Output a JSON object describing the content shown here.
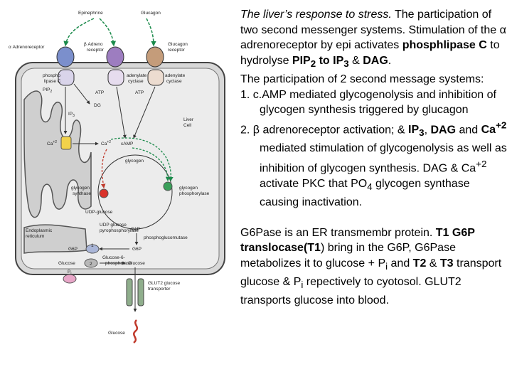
{
  "diagram": {
    "labels": {
      "epinephrine": "Epinephrine",
      "glucagon": "Glucagon",
      "alpha_receptor": "α Adrenoreceptor",
      "beta_receptor_1": "β Adreno",
      "beta_receptor_2": "receptor",
      "glucagon_receptor_1": "Glucagon",
      "glucagon_receptor_2": "receptor",
      "plc_1": "phospho",
      "plc_2": "lipase C",
      "pip2": "PIP",
      "ac1_1": "adenylate",
      "ac1_2": "cyclase",
      "ac2_1": "adenylate",
      "ac2_2": "cyclase",
      "atp1": "ATP",
      "atp2": "ATP",
      "ip3": "IP",
      "dg": "DG",
      "ca_er": "Ca",
      "ca_cyt": "Ca",
      "camp": "cAMP",
      "glycogen": "glycogen",
      "liver_cell_1": "Liver",
      "liver_cell_2": "Cell",
      "gs_1": "glycogen",
      "gs_2": "synthase",
      "gp_1": "glycogen",
      "gp_2": "phosphorylase",
      "udp_glucose": "UDP-glucose",
      "udp_ppase_1": "UDP glucose",
      "udp_ppase_2": "pyrophosphorylase",
      "g1p": "G1P",
      "pgm": "phosphoglucomutase",
      "er_1": "Endoplasmic",
      "er_2": "reticulum",
      "g6p_er": "G6P",
      "g6p_cyt": "G6P",
      "g6pase_1": "Glucose-6-",
      "g6pase_2": "phosphatase",
      "glucose_er": "Glucose",
      "glucose_cyt": "Glucose",
      "pi": "P",
      "glut2_1": "GLUT2 glucose",
      "glut2_2": "transporter",
      "glucose_out": "Glucose",
      "t1": "1",
      "t2": "2"
    }
  },
  "text": {
    "title_italic": "The liver’s response to stress.",
    "p1_a": " The participation of two second messenger systems. Stimulation of the ",
    "alpha": "α",
    "p1_b": " adrenoreceptor by epi activates ",
    "phospholipase": "phosphlipase C",
    "p1_c": " to hydrolyse ",
    "pip2_to": "PIP",
    "sub_2": "2",
    "to_ip": " to IP",
    "sub_3": "3",
    "amp": " & ",
    "dag": "DAG",
    "period": ".",
    "p2": "The participation of 2 second message systems:",
    "item1_num": "1.",
    "item1": " c.AMP  mediated glycogenolysis and inhibition of glycogen synthesis triggered by glucagon",
    "item2_num": "2.",
    "beta": "β",
    "item2_a": " adrenoreceptor activation; & ",
    "item2_ip": "IP",
    "item2_ip_sub": "3",
    "item2_comma": ", ",
    "item2_dag": "DAG",
    "item2_and": " and ",
    "item2_ca": "Ca",
    "item2_ca_sup": "+2",
    "item2_b": " mediated stimulation of glycogenolysis as well as inhibition of glycogen synthesis.  DAG & Ca",
    "item2_sup2": "+2",
    "item2_c": " activate PKC that PO",
    "item2_po_sub": "4",
    "item2_d": " glycogen synthase  causing inactivation.",
    "p3_a": "G6Pase is an ER transmembr protein.  ",
    "t1": "T1",
    "p3_b_bold": "G6P translocase(T1",
    "p3_c": ")  bring in the G6P, G6Pase metabolizes it to glucose + P",
    "sub_i": "i",
    "p3_d": " and ",
    "t2": "T2",
    "p3_e": " & ",
    "t3": "T3",
    "p3_f": " transport glucose & P",
    "sub_i2": "i",
    "p3_g": " repectively to cyotosol. GLUT2 transports glucose into blood."
  }
}
